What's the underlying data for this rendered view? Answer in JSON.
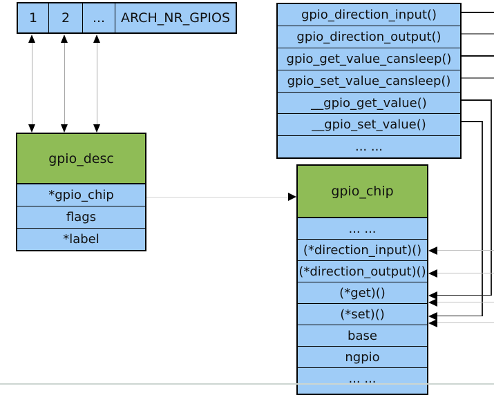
{
  "array_box": {
    "cells": [
      "1",
      "2",
      "...",
      "ARCH_NR_GPIOS"
    ]
  },
  "api_list": {
    "items": [
      "gpio_direction_input()",
      "gpio_direction_output()",
      "gpio_get_value_cansleep()",
      "gpio_set_value_cansleep()",
      "__gpio_get_value()",
      "__gpio_set_value()",
      "... ..."
    ]
  },
  "gpio_desc": {
    "title": "gpio_desc",
    "fields": [
      "*gpio_chip",
      "flags",
      "*label"
    ]
  },
  "gpio_chip": {
    "title": "gpio_chip",
    "fields": [
      "... ...",
      "(*direction_input)()",
      "(*direction_output)()",
      "(*get)()",
      "(*set)()",
      "base",
      "ngpio",
      "... ..."
    ]
  },
  "colors": {
    "cell_blue": "#9fccf7",
    "header_green": "#8fbc56",
    "border_black": "#000000",
    "connector_gray": "#7a7a7a",
    "connector_light": "#c0c0c0",
    "bottom_edge": "#ccd6d1"
  }
}
